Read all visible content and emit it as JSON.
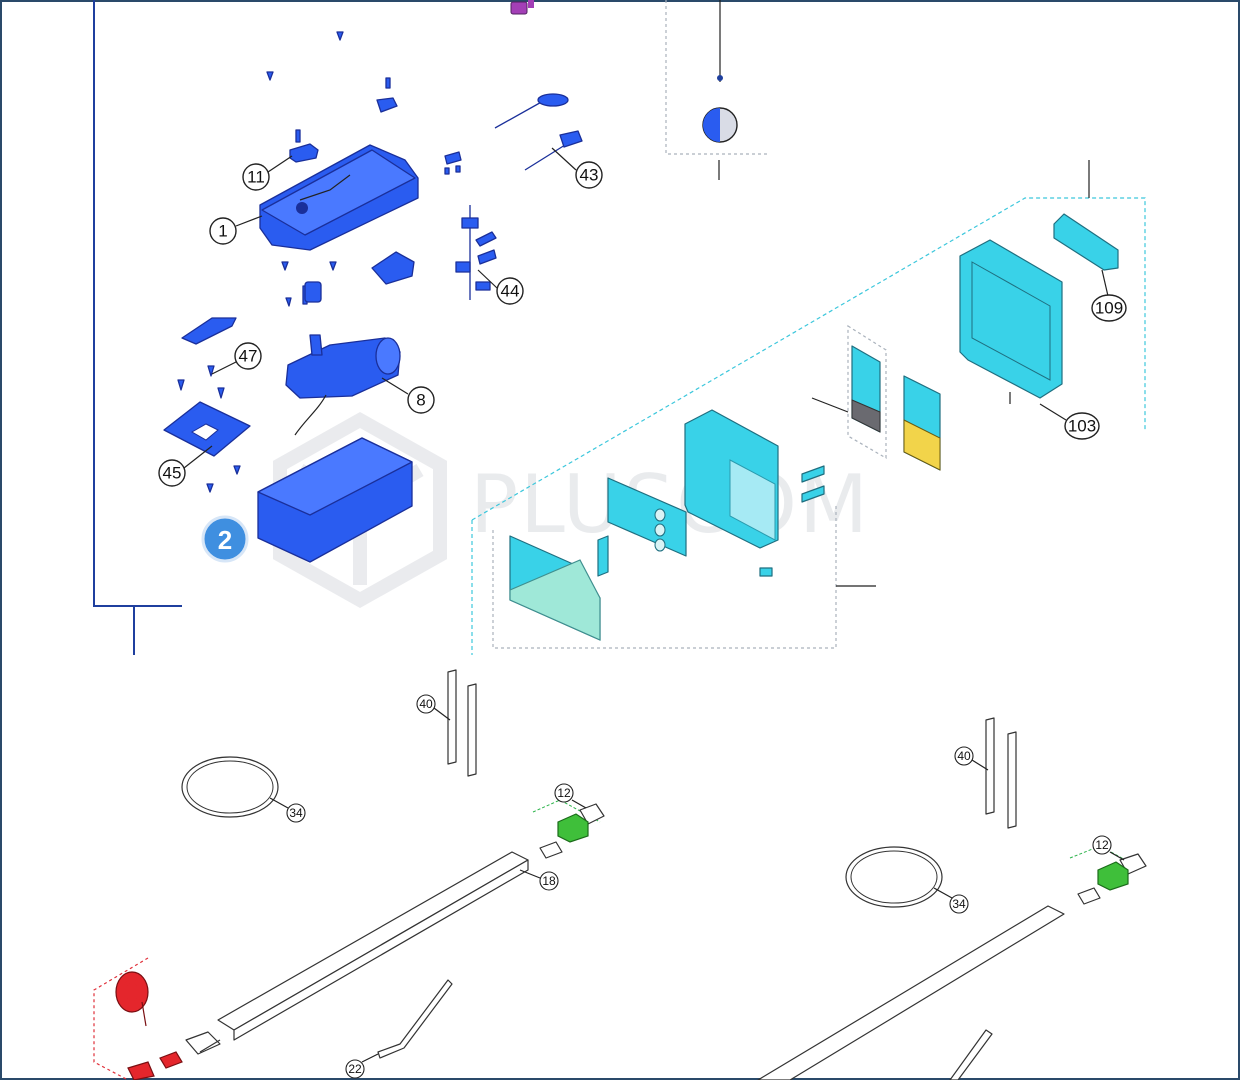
{
  "watermark": {
    "text": "PLUSCOM"
  },
  "badge": {
    "label": "2"
  },
  "callouts": [
    {
      "id": "11",
      "label": "11"
    },
    {
      "id": "1",
      "label": "1"
    },
    {
      "id": "43",
      "label": "43"
    },
    {
      "id": "44",
      "label": "44"
    },
    {
      "id": "47",
      "label": "47"
    },
    {
      "id": "8",
      "label": "8"
    },
    {
      "id": "45",
      "label": "45"
    },
    {
      "id": "109",
      "label": "109"
    },
    {
      "id": "103",
      "label": "103"
    },
    {
      "id": "40a",
      "label": "40"
    },
    {
      "id": "34a",
      "label": "34"
    },
    {
      "id": "12a",
      "label": "12"
    },
    {
      "id": "18",
      "label": "18"
    },
    {
      "id": "22",
      "label": "22"
    },
    {
      "id": "40b",
      "label": "40"
    },
    {
      "id": "34b",
      "label": "34"
    },
    {
      "id": "12b",
      "label": "12"
    }
  ],
  "colors": {
    "motor_group": "#2a5cf0",
    "control_group": "#39d2e8",
    "bracket": "#3fbf3a",
    "tape": "#e4262c",
    "board": "#f2d44a"
  }
}
